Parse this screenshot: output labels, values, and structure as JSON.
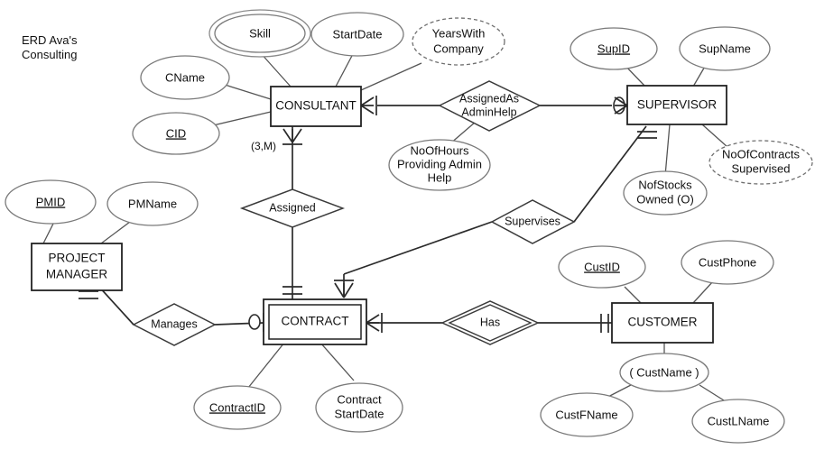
{
  "title": {
    "line1": "ERD Ava's",
    "line2": "Consulting"
  },
  "entities": [
    {
      "id": "consultant",
      "label": "CONSULTANT",
      "weak": false
    },
    {
      "id": "supervisor",
      "label": "SUPERVISOR",
      "weak": false
    },
    {
      "id": "project_manager",
      "label_line1": "PROJECT",
      "label_line2": "MANAGER",
      "weak": false
    },
    {
      "id": "contract",
      "label": "CONTRACT",
      "weak": true
    },
    {
      "id": "customer",
      "label": "CUSTOMER",
      "weak": false
    }
  ],
  "relationships": [
    {
      "id": "assigned_as_admin_help",
      "line1": "AssignedAs",
      "line2": "AdminHelp",
      "identifying": false
    },
    {
      "id": "assigned",
      "label": "Assigned",
      "identifying": false
    },
    {
      "id": "supervises",
      "label": "Supervises",
      "identifying": false
    },
    {
      "id": "manages",
      "label": "Manages",
      "identifying": false
    },
    {
      "id": "has",
      "label": "Has",
      "identifying": true
    }
  ],
  "attributes": {
    "skill": {
      "label": "Skill",
      "type": "multivalued"
    },
    "start_date": {
      "label": "StartDate",
      "type": "simple"
    },
    "years_with_company": {
      "line1": "YearsWith",
      "line2": "Company",
      "type": "derived"
    },
    "cname": {
      "label": "CName",
      "type": "simple"
    },
    "cid": {
      "label": "CID",
      "type": "key"
    },
    "no_of_hours": {
      "line1": "NoOfHours",
      "line2": "Providing Admin",
      "line3": "Help",
      "type": "simple"
    },
    "sup_id": {
      "label": "SupID",
      "type": "key"
    },
    "sup_name": {
      "label": "SupName",
      "type": "simple"
    },
    "nof_stocks_owned": {
      "line1": "NofStocks",
      "line2": "Owned (O)",
      "type": "simple"
    },
    "no_of_contracts_supervised": {
      "line1": "NoOfContracts",
      "line2": "Supervised",
      "type": "derived"
    },
    "pmid": {
      "label": "PMID",
      "type": "key"
    },
    "pm_name": {
      "label": "PMName",
      "type": "simple"
    },
    "contract_id": {
      "label": "ContractID",
      "type": "key"
    },
    "contract_start_date": {
      "line1": "Contract",
      "line2": "StartDate",
      "type": "simple"
    },
    "cust_id": {
      "label": "CustID",
      "type": "key"
    },
    "cust_phone": {
      "label": "CustPhone",
      "type": "simple"
    },
    "cust_name": {
      "label": "( CustName )",
      "type": "composite"
    },
    "cust_fname": {
      "label": "CustFName",
      "type": "simple"
    },
    "cust_lname": {
      "label": "CustLName",
      "type": "simple"
    }
  },
  "cardinality_labels": {
    "consultant_assigned": "(3,M)"
  },
  "colors": {
    "background": "#ffffff",
    "entity_stroke": "#222222",
    "attribute_stroke": "#7a7a7a",
    "relationship_stroke": "#3a3a3a",
    "connector_stroke": "#2b2b2b",
    "text": "#111111"
  }
}
